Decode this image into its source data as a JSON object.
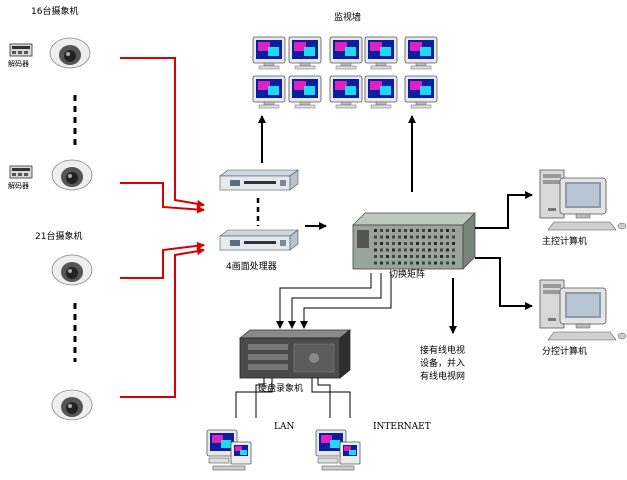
{
  "labels": {
    "group1_title": "16台摄象机",
    "group2_title": "21台摄象机",
    "decoder_top": "解码器",
    "decoder_mid": "解码器",
    "monitor_wall": "监视墙",
    "quad_processor": "4画面处理器",
    "switch_matrix": "切换矩阵",
    "main_computer": "主控计算机",
    "sub_computer": "分控计算机",
    "dvr": "硬盘录象机",
    "cable_tv": "接有线电视\n设备，并入\n有线电视网",
    "lan": "LAN",
    "internet": "INTERNAET"
  },
  "colors": {
    "video_line": "#d90000",
    "control_line": "#000000",
    "screen_bg": "#0a1fa0",
    "screen_magenta": "#e020c0",
    "screen_cyan": "#20d8f0"
  }
}
